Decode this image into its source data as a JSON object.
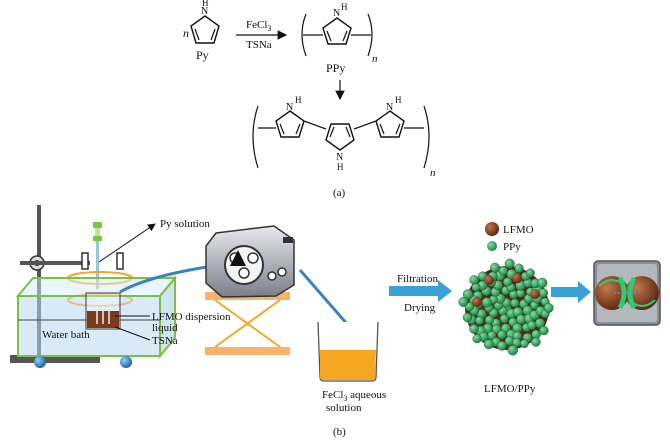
{
  "part_a": {
    "reactant_label": "Py",
    "coefficient": "n",
    "atom_nh": "N",
    "atom_h": "H",
    "reagent_top": "FeCl",
    "reagent_top_sub": "3",
    "reagent_bottom": "TSNa",
    "product_label": "PPy",
    "subscript_n": "n",
    "panel_label": "(a)"
  },
  "part_b": {
    "py_solution": "Py solution",
    "lfmo_dispersion_1": "LFMO dispersion",
    "lfmo_dispersion_2": "liquid",
    "tsna": "TSNa",
    "water_bath": "Water bath",
    "fecl3_1a": "FeCl",
    "fecl3_sub": "3",
    "fecl3_1b": " aqueous",
    "fecl3_2": "solution",
    "filtration": "Filtration",
    "drying": "Drying",
    "legend_lfmo": "LFMO",
    "legend_ppy": "PPy",
    "composite": "LFMO/PPy",
    "panel_label": "(b)"
  },
  "colors": {
    "lfmo": "#7a3a1e",
    "ppy": "#2e9a55",
    "arrow": "#3aa0d8",
    "water": "#b9d9ef",
    "orange": "#f5a623",
    "beam": "#f6b36b"
  }
}
